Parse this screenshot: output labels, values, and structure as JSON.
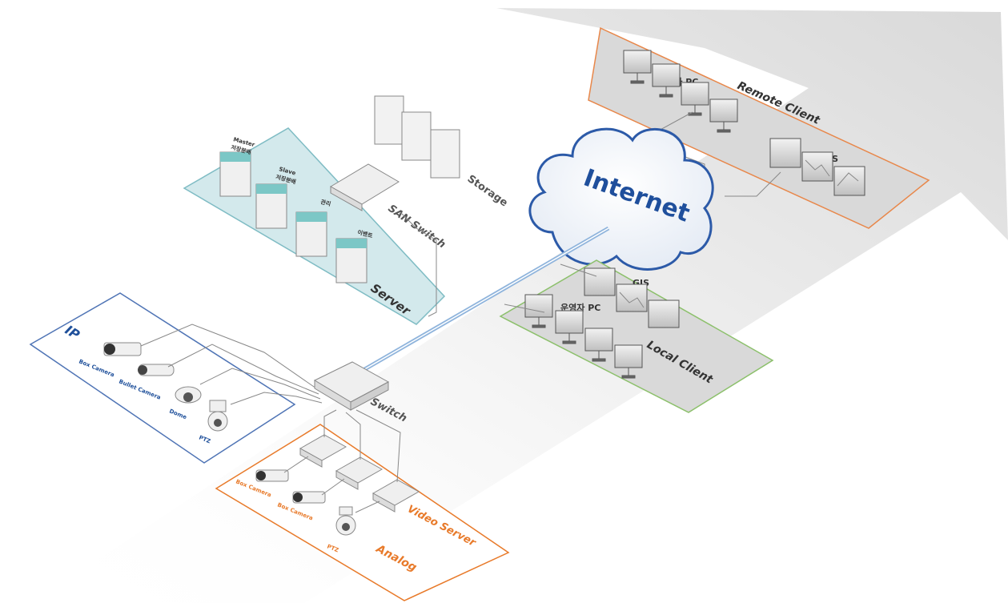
{
  "labels": {
    "internet": "Internet",
    "remote_client": "Remote Client",
    "remote_pc": "운영자 PC",
    "remote_gis": "GIS",
    "local_client": "Local Client",
    "local_pc": "운영자 PC",
    "local_gis": "GIS",
    "storage": "Storage",
    "san_switch": "SAN Switch",
    "server": "Server",
    "master_en": "Master",
    "master_ko": "저장분배",
    "slave_en": "Slave",
    "slave_ko": "저장분배",
    "admin": "관리",
    "event": "이벤트",
    "ip": "IP",
    "box_camera": "Box Camera",
    "bullet_camera": "Bullet Camera",
    "dome": "Dome",
    "ptz": "PTZ",
    "switch": "Switch",
    "analog": "Analog",
    "video_server": "Video Server",
    "analog_box_camera_1": "Box Camera",
    "analog_box_camera_2": "Box Camera",
    "analog_ptz": "PTZ"
  },
  "colors": {
    "server_zone_fill": "#d3e9ec",
    "server_zone_stroke": "#7fbcc4",
    "remote_zone_fill": "#d8d8d8",
    "remote_zone_stroke": "#e8874a",
    "local_zone_stroke": "#8cc06b",
    "ip_zone_stroke": "#4f74b5",
    "analog_zone_stroke": "#e87a2a",
    "cloud_blue": "#2c5aa8",
    "server_top": "#7cc7c6"
  }
}
